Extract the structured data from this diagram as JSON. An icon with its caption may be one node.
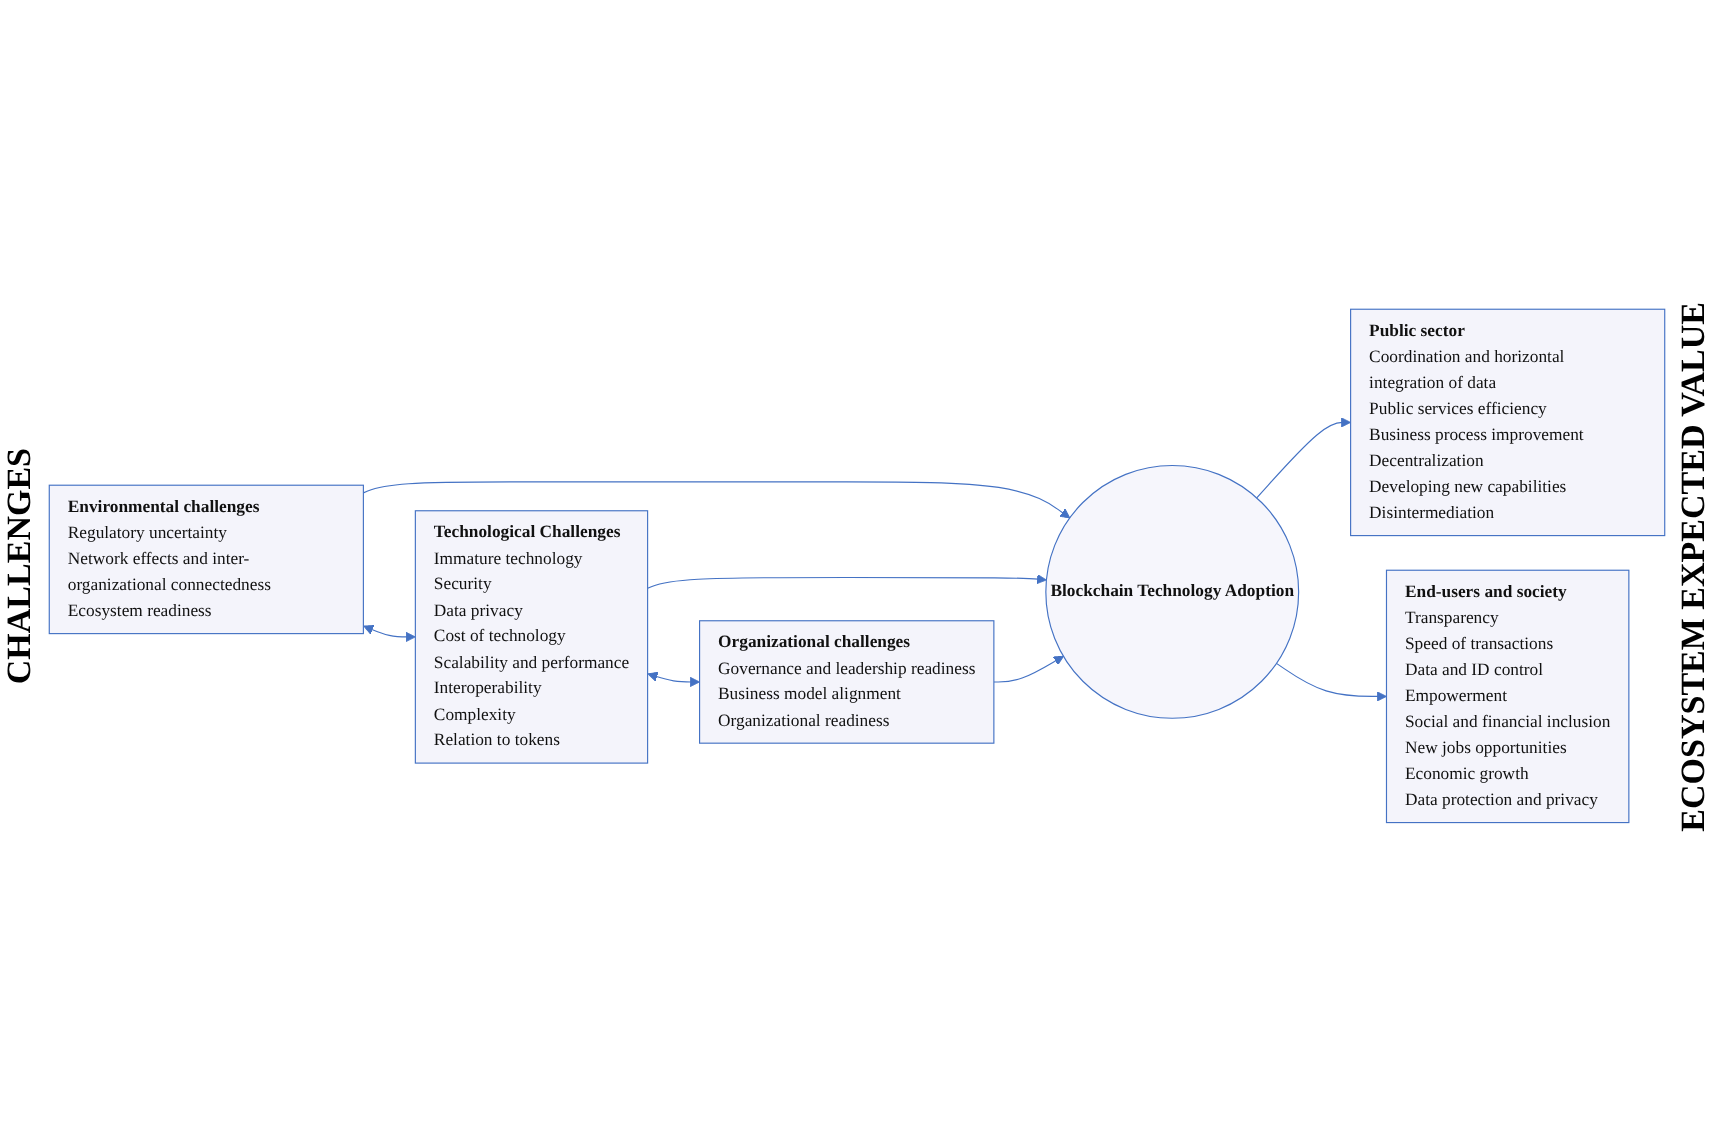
{
  "diagram": {
    "nodes": [
      {
        "text": [
          "Environmental challenges",
          "Regulatory uncertainty",
          "Network effects and inter-organizational connectedness",
          "Ecosystem readiness"
        ]
      },
      {
        "text": [
          "Technological Challenges",
          "Immature technology",
          "Security",
          "Data privacy",
          "Cost of technology",
          "Scalability and performance",
          "Interoperability",
          "Complexity",
          "Relation to tokens"
        ]
      },
      {
        "text": [
          "Organizational challenges",
          "Governance and leadership readiness",
          "Business model alignment",
          "Organizational readiness"
        ]
      },
      {
        "text": [
          "Blockchain Technology Adoption"
        ]
      },
      {
        "text": [
          "Public sector",
          "Coordination and horizontal integration of data",
          "Public services efficiency",
          "Business process improvement",
          "Decentralization",
          "Developing new capabilities",
          "Disintermediation"
        ]
      },
      {
        "text": [
          "End-users and society",
          "Transparency",
          "Speed of transactions",
          "Data and ID control",
          "Empowerment",
          "Social and financial inclusion",
          "New jobs opportunities",
          "Economic growth",
          "Data protection and privacy"
        ]
      }
    ],
    "edges": [
      {
        "from": 0,
        "to": 1,
        "arrow": "both"
      },
      {
        "from": 1,
        "to": 2,
        "arrow": "both"
      },
      {
        "from": 0,
        "to": 3,
        "arrow": "to"
      },
      {
        "from": 1,
        "to": 3,
        "arrow": "to"
      },
      {
        "from": 2,
        "to": 3,
        "arrow": "to"
      },
      {
        "from": 3,
        "to": 4,
        "arrow": "to"
      },
      {
        "from": 3,
        "to": 5,
        "arrow": "to"
      }
    ],
    "labels": [
      "CHALLENGES",
      "ECOSYSTEM EXPECTED VALUE"
    ]
  }
}
